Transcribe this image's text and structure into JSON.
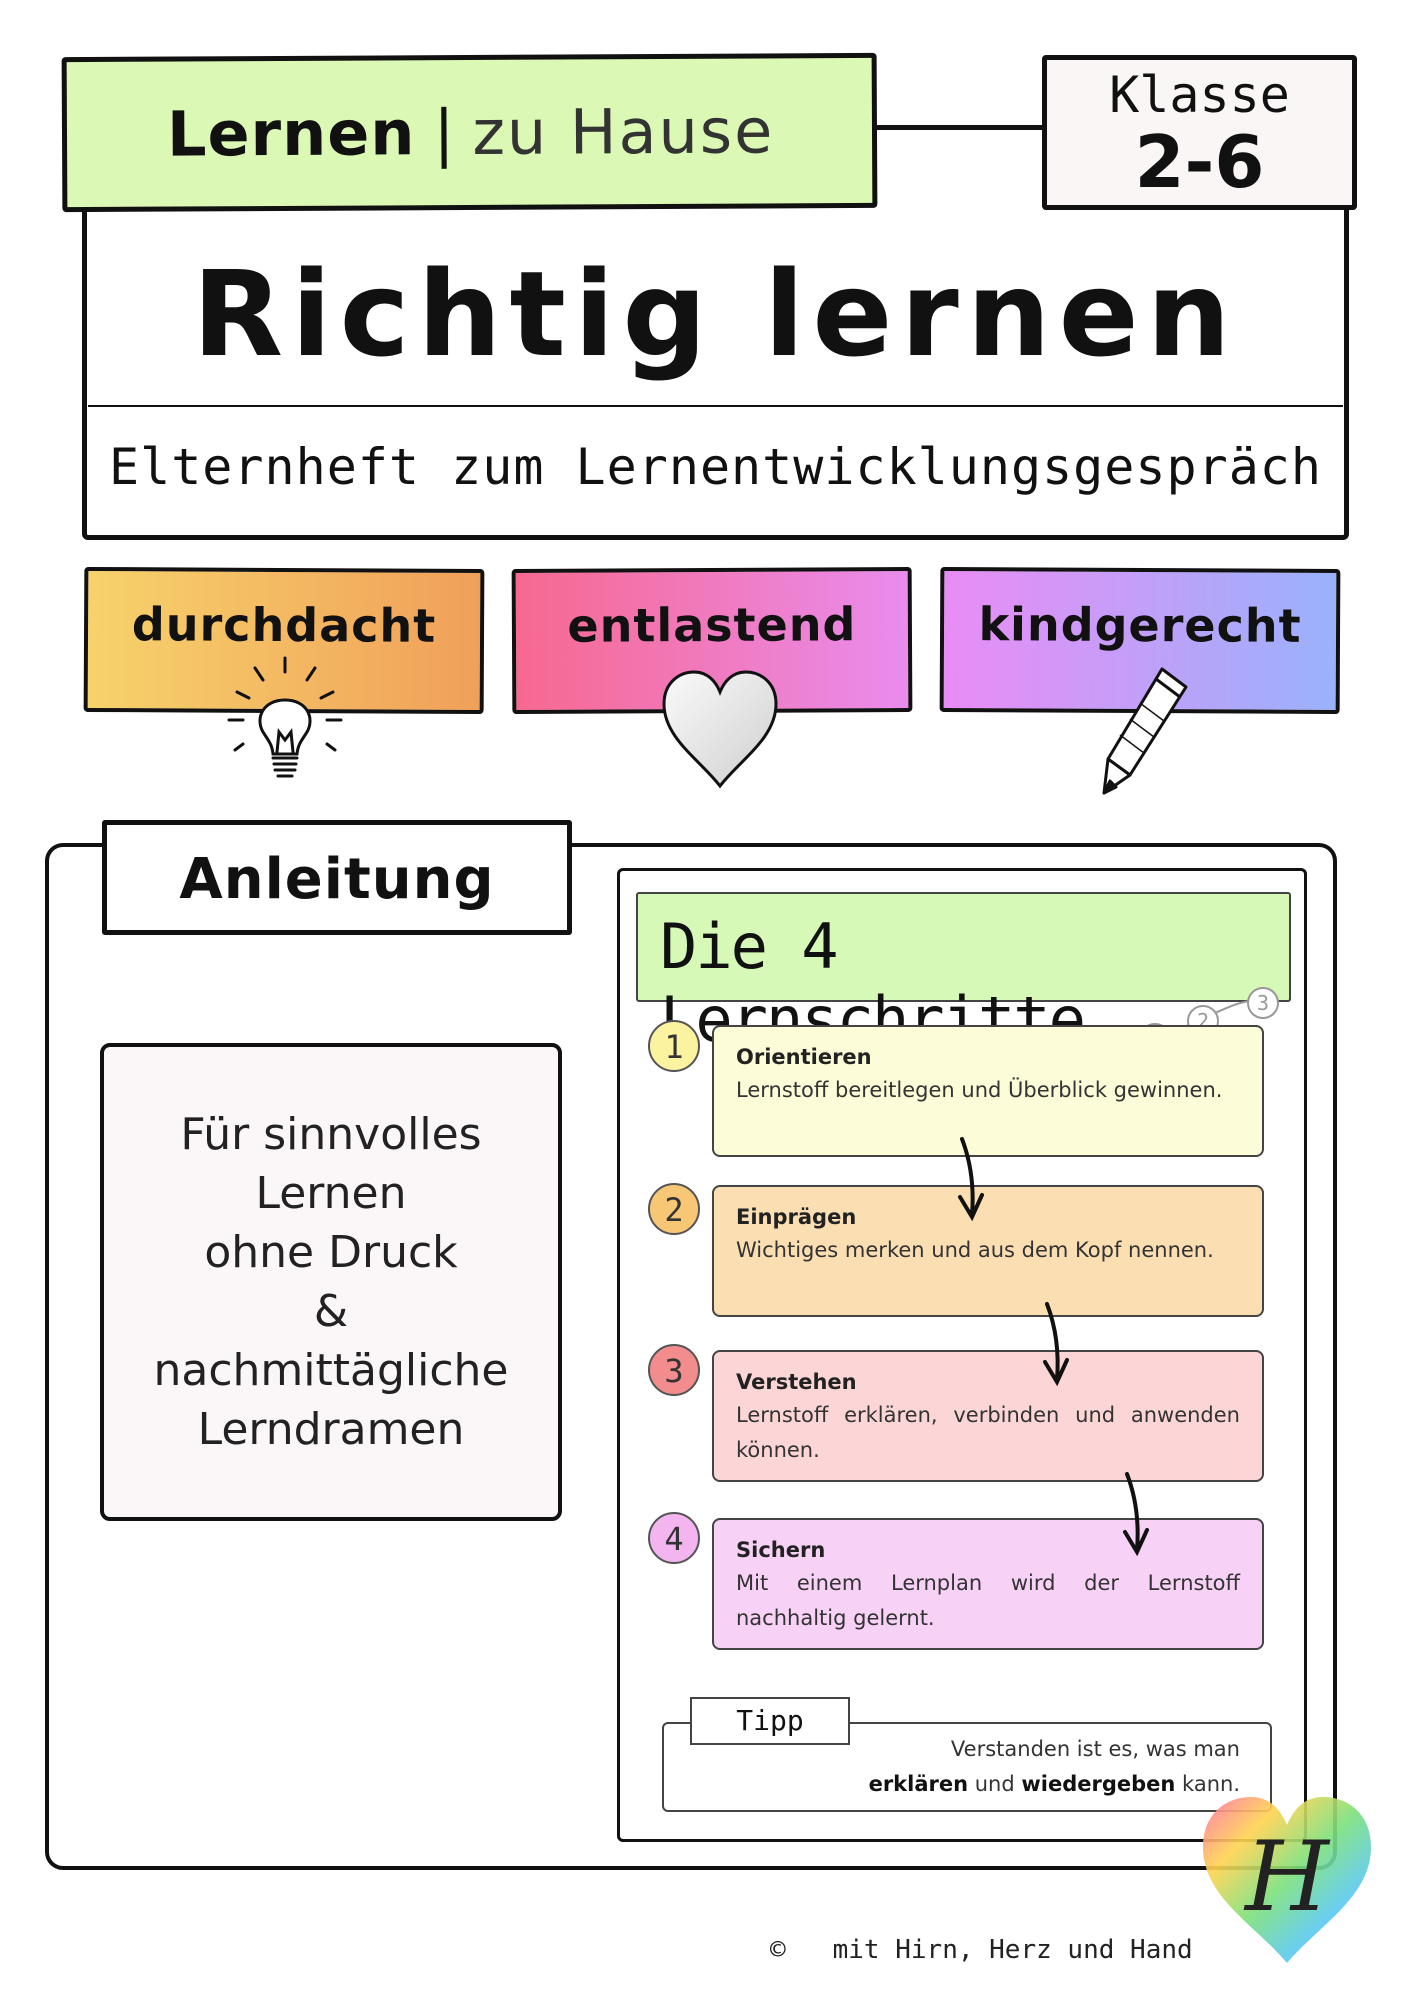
{
  "header": {
    "series_strong": "Lernen",
    "series_separator": "|",
    "series_light": "zu Hause",
    "grade_label": "Klasse",
    "grade_value": "2-6",
    "title": "Richtig lernen",
    "subtitle": "Elternheft zum Lernentwicklungsgespräch"
  },
  "badges": [
    {
      "label": "durchdacht",
      "icon": "lightbulb-icon"
    },
    {
      "label": "entlastend",
      "icon": "heart-icon"
    },
    {
      "label": "kindgerecht",
      "icon": "pencil-icon"
    }
  ],
  "instructions": {
    "heading": "Anleitung",
    "note_lines": [
      "Für sinnvolles",
      "Lernen",
      "ohne Druck",
      "&",
      "nachmittägliche",
      "Lerndramen"
    ]
  },
  "steps_card": {
    "title": "Die 4 Lernschritte",
    "steps": [
      {
        "number": "1",
        "name": "Orientieren",
        "desc": "Lernstoff bereitlegen und Überblick gewinnen.",
        "color": "#fcfcd8"
      },
      {
        "number": "2",
        "name": "Einprägen",
        "desc": "Wichtiges merken und aus dem Kopf nennen.",
        "color": "#fbdfb3"
      },
      {
        "number": "3",
        "name": "Verstehen",
        "desc": "Lernstoff erklären, verbinden und anwenden können.",
        "color": "#fcd6d6"
      },
      {
        "number": "4",
        "name": "Sichern",
        "desc": "Mit einem Lernplan wird der Lernstoff nachhaltig gelernt.",
        "color": "#f8d2f6"
      }
    ],
    "mini_steps": [
      "1",
      "2",
      "3"
    ],
    "tip": {
      "label": "Tipp",
      "text_1": "Verstanden ist es, was man",
      "bold_1": "erklären",
      "mid": " und ",
      "bold_2": "wiedergeben",
      "end": " kann."
    }
  },
  "footer": {
    "copyright_symbol": "©",
    "copyright_text": "mit Hirn, Herz und Hand",
    "logo_letter": "H"
  },
  "colors": {
    "series_green": "#dbf8b4",
    "badge1": [
      "#f7d26b",
      "#f0a05a"
    ],
    "badge2": [
      "#f7688f",
      "#e98cee"
    ],
    "badge3": [
      "#e98cf5",
      "#9ab2fb"
    ]
  }
}
